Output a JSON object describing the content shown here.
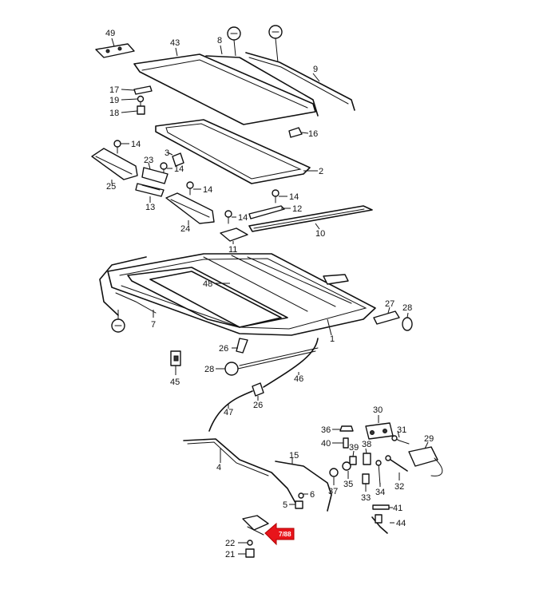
{
  "diagram": {
    "callouts": [
      {
        "id": "c49",
        "label": "49"
      },
      {
        "id": "c43",
        "label": "43"
      },
      {
        "id": "c8",
        "label": "8"
      },
      {
        "id": "c9",
        "label": "9"
      },
      {
        "id": "c17",
        "label": "17"
      },
      {
        "id": "c19",
        "label": "19"
      },
      {
        "id": "c18",
        "label": "18"
      },
      {
        "id": "c16",
        "label": "16"
      },
      {
        "id": "c14a",
        "label": "14"
      },
      {
        "id": "c3",
        "label": "3"
      },
      {
        "id": "c14b",
        "label": "14"
      },
      {
        "id": "c23",
        "label": "23"
      },
      {
        "id": "c2",
        "label": "2"
      },
      {
        "id": "c25",
        "label": "25"
      },
      {
        "id": "c13",
        "label": "13"
      },
      {
        "id": "c14c",
        "label": "14"
      },
      {
        "id": "c14d",
        "label": "14"
      },
      {
        "id": "c12",
        "label": "12"
      },
      {
        "id": "c14e",
        "label": "14"
      },
      {
        "id": "c24",
        "label": "24"
      },
      {
        "id": "c10",
        "label": "10"
      },
      {
        "id": "c11",
        "label": "11"
      },
      {
        "id": "c48",
        "label": "48"
      },
      {
        "id": "c27",
        "label": "27"
      },
      {
        "id": "c28a",
        "label": "28"
      },
      {
        "id": "c7",
        "label": "7"
      },
      {
        "id": "c1",
        "label": "1"
      },
      {
        "id": "c26a",
        "label": "26"
      },
      {
        "id": "c28b",
        "label": "28"
      },
      {
        "id": "c45",
        "label": "45"
      },
      {
        "id": "c46",
        "label": "46"
      },
      {
        "id": "c26b",
        "label": "26"
      },
      {
        "id": "c47",
        "label": "47"
      },
      {
        "id": "c30",
        "label": "30"
      },
      {
        "id": "c36",
        "label": "36"
      },
      {
        "id": "c31",
        "label": "31"
      },
      {
        "id": "c40",
        "label": "40"
      },
      {
        "id": "c29",
        "label": "29"
      },
      {
        "id": "c38",
        "label": "38"
      },
      {
        "id": "c39",
        "label": "39"
      },
      {
        "id": "c15",
        "label": "15"
      },
      {
        "id": "c4",
        "label": "4"
      },
      {
        "id": "c37",
        "label": "37"
      },
      {
        "id": "c35",
        "label": "35"
      },
      {
        "id": "c34",
        "label": "34"
      },
      {
        "id": "c32",
        "label": "32"
      },
      {
        "id": "c33",
        "label": "33"
      },
      {
        "id": "c6",
        "label": "6"
      },
      {
        "id": "c5",
        "label": "5"
      },
      {
        "id": "c41",
        "label": "41"
      },
      {
        "id": "c44",
        "label": "44"
      },
      {
        "id": "c22",
        "label": "22"
      },
      {
        "id": "c21",
        "label": "21"
      }
    ],
    "highlight_tag": "7/88",
    "accent_color": "#e8141b"
  }
}
